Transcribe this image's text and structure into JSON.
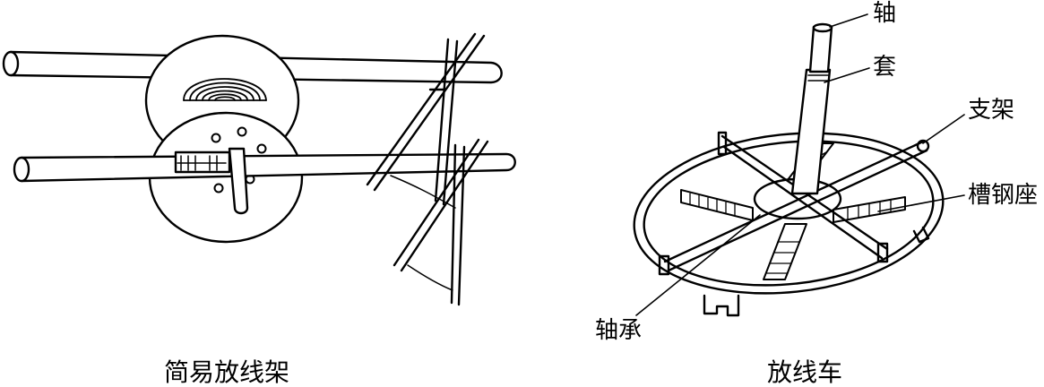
{
  "figures": [
    {
      "caption": "简易放线架"
    },
    {
      "caption": "放线车",
      "labels": {
        "shaft": "轴",
        "sleeve": "套",
        "support": "支架",
        "channel_steel_base": "槽钢座",
        "bearing": "轴承"
      }
    }
  ],
  "colors": {
    "line": "#000000",
    "background": "#ffffff"
  }
}
